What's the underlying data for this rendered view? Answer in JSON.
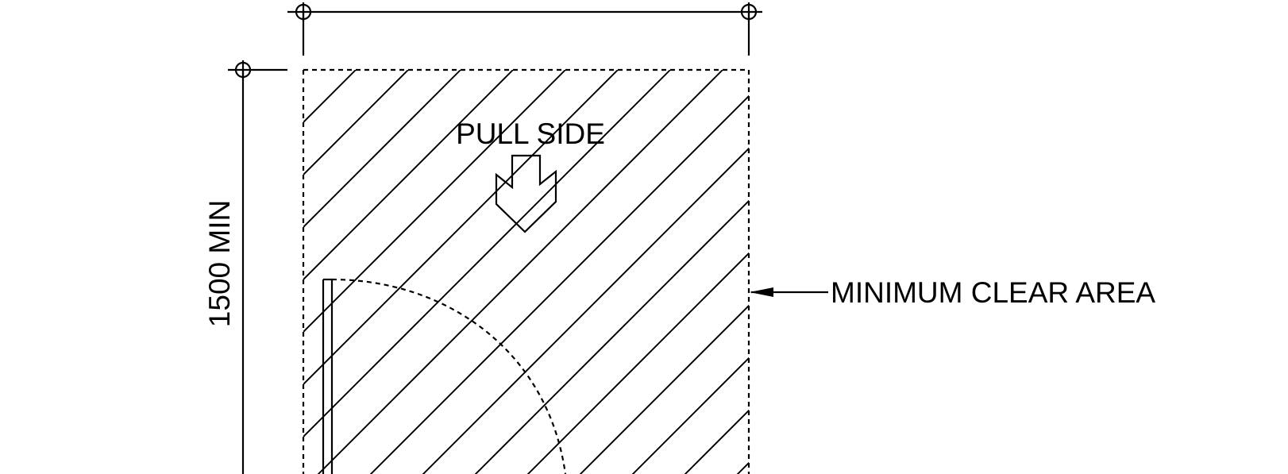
{
  "labels": {
    "pull_side": "PULL SIDE",
    "minimum_clear_area": "MINIMUM CLEAR AREA",
    "dimension_vertical": "1500 MIN"
  }
}
